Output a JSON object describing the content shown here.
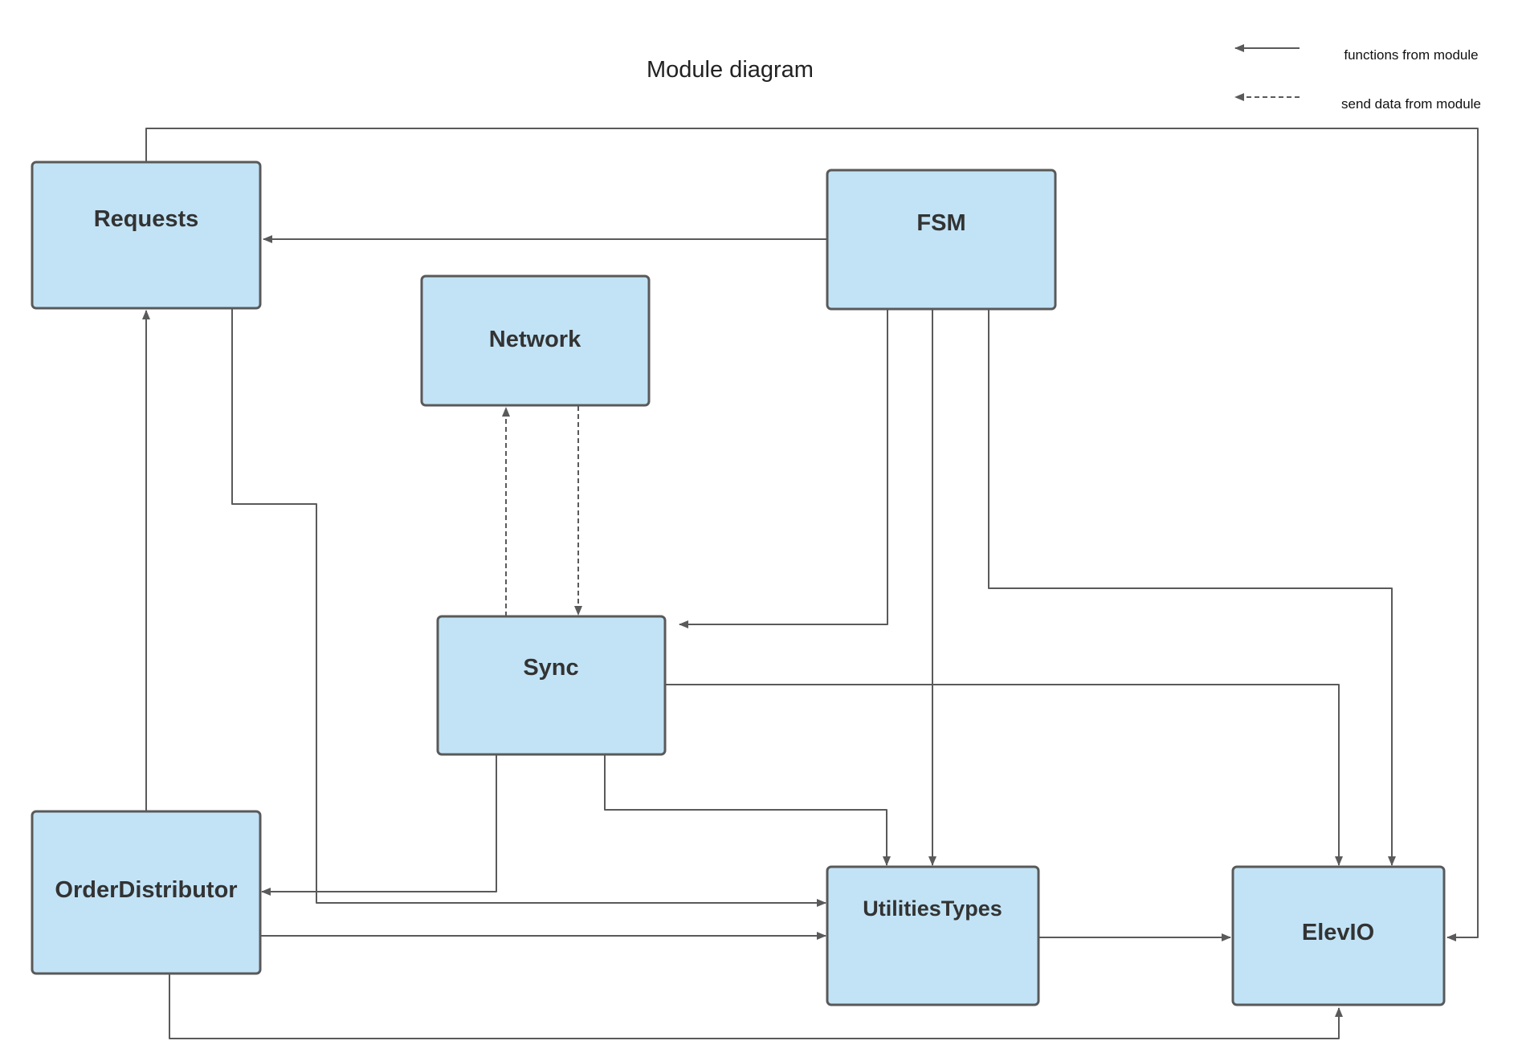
{
  "title": "Module diagram",
  "legend": [
    {
      "label": "functions from module",
      "style": "solid"
    },
    {
      "label": "send data from module",
      "style": "dashed"
    }
  ],
  "nodes": [
    {
      "id": "requests",
      "label": "Requests"
    },
    {
      "id": "fsm",
      "label": "FSM"
    },
    {
      "id": "network",
      "label": "Network"
    },
    {
      "id": "sync",
      "label": "Sync"
    },
    {
      "id": "orderdistributor",
      "label": "OrderDistributor"
    },
    {
      "id": "utilitiestypes",
      "label": "UtilitiesTypes"
    },
    {
      "id": "elevio",
      "label": "ElevIO"
    }
  ],
  "edges": [
    {
      "from": "fsm",
      "to": "requests",
      "style": "solid"
    },
    {
      "from": "fsm",
      "to": "sync",
      "style": "solid"
    },
    {
      "from": "fsm",
      "to": "utilitiestypes",
      "style": "solid"
    },
    {
      "from": "fsm",
      "to": "elevio",
      "style": "solid"
    },
    {
      "from": "requests",
      "to": "elevio",
      "style": "solid"
    },
    {
      "from": "requests",
      "to": "utilitiestypes",
      "style": "solid"
    },
    {
      "from": "orderdistributor",
      "to": "requests",
      "style": "solid"
    },
    {
      "from": "orderdistributor",
      "to": "utilitiestypes",
      "style": "solid"
    },
    {
      "from": "orderdistributor",
      "to": "elevio",
      "style": "solid"
    },
    {
      "from": "sync",
      "to": "network",
      "style": "dashed"
    },
    {
      "from": "network",
      "to": "sync",
      "style": "dashed"
    },
    {
      "from": "sync",
      "to": "orderdistributor",
      "style": "solid"
    },
    {
      "from": "sync",
      "to": "utilitiestypes",
      "style": "solid"
    },
    {
      "from": "sync",
      "to": "elevio",
      "style": "solid"
    },
    {
      "from": "utilitiestypes",
      "to": "elevio",
      "style": "solid"
    }
  ],
  "colors": {
    "node_fill": "#c2e3f6",
    "node_stroke": "#595959",
    "edge": "#5a5a5a",
    "label": "#333333"
  }
}
